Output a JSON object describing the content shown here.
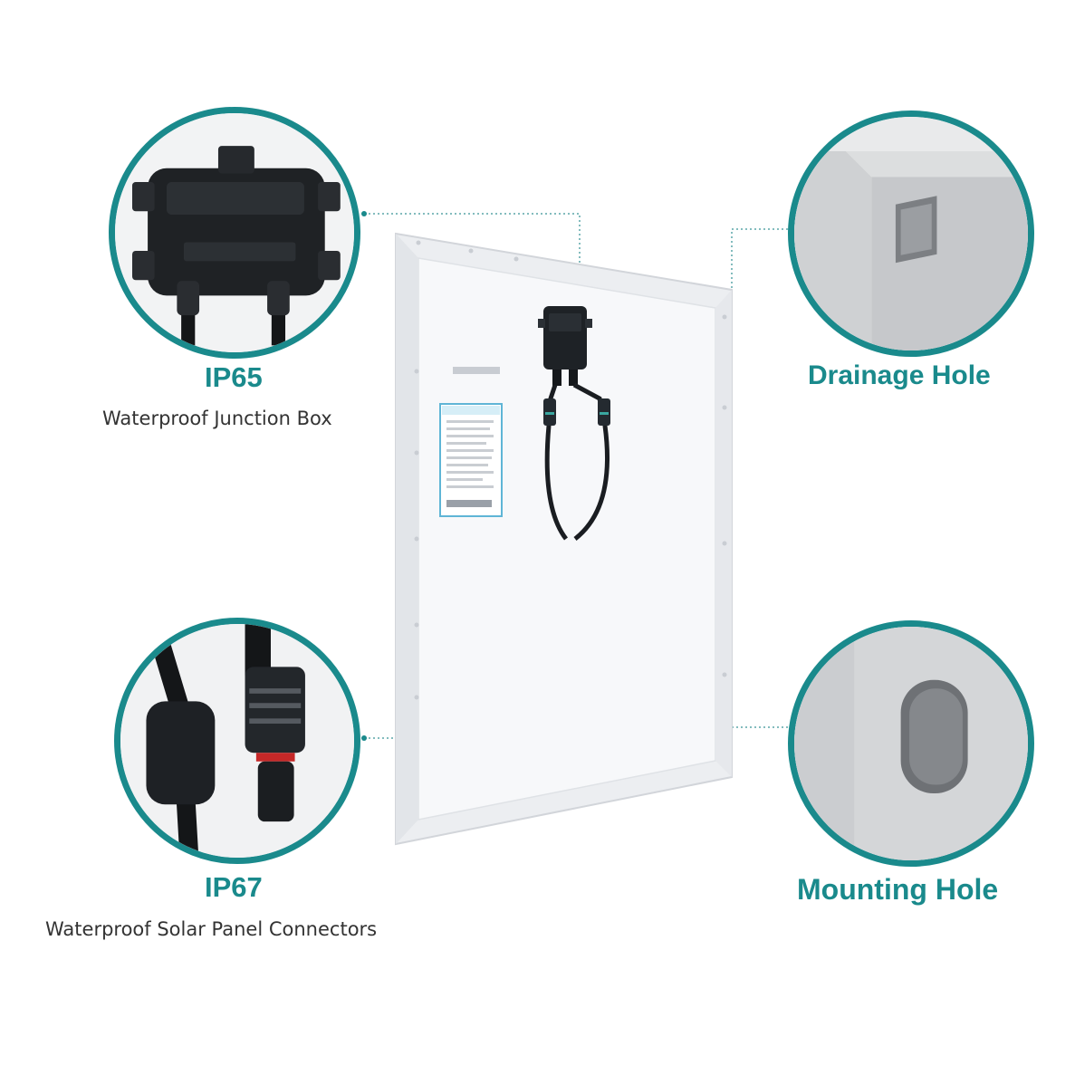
{
  "features": {
    "junction_box": {
      "title": "IP65",
      "caption": "Waterproof Junction Box",
      "icon": "junction-box-icon"
    },
    "connectors": {
      "title": "IP67",
      "caption": "Waterproof Solar Panel Connectors",
      "icon": "connector-icon"
    },
    "drainage_hole": {
      "title": "Drainage Hole",
      "icon": "drainage-hole-icon"
    },
    "mounting_hole": {
      "title": "Mounting Hole",
      "icon": "mounting-hole-icon"
    }
  },
  "colors": {
    "accent": "#1a8a8c",
    "panel_frame": "#f0f0f2",
    "panel_back": "#f7f8fa",
    "caption_text": "#333333"
  }
}
